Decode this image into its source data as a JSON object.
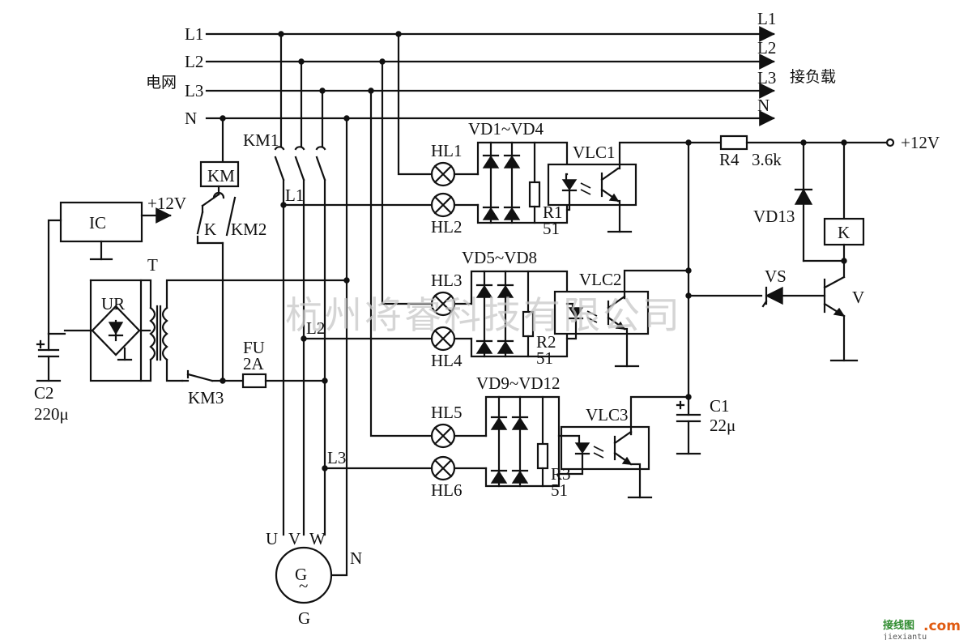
{
  "mains": {
    "group_label": "电网",
    "lines": [
      "L1",
      "L2",
      "L3",
      "N"
    ],
    "load_label": "接负载"
  },
  "supply": {
    "label": "+12V"
  },
  "ic": {
    "name": "IC",
    "out": "+12V"
  },
  "bridge": {
    "name": "UR"
  },
  "transformer": {
    "name": "T"
  },
  "cap_c2": {
    "name": "C2",
    "value": "220μ"
  },
  "cap_c1": {
    "name": "C1",
    "value": "22μ"
  },
  "contactor": {
    "coil": "KM",
    "k": "K",
    "km1": "KM1",
    "km2": "KM2",
    "km3": "KM3"
  },
  "fuse": {
    "name": "FU",
    "value": "2A"
  },
  "generator": {
    "symbol": "G",
    "tilde": "~",
    "label": "G",
    "phases": [
      "U",
      "V",
      "W"
    ],
    "neutral": "N"
  },
  "phase_taps": [
    "L1",
    "L2",
    "L3"
  ],
  "sections": [
    {
      "diodes": "VD1~VD4",
      "lamp_a": "HL1",
      "lamp_b": "HL2",
      "resistor": "R1",
      "rvalue": "51",
      "coupler": "VLC1"
    },
    {
      "diodes": "VD5~VD8",
      "lamp_a": "HL3",
      "lamp_b": "HL4",
      "resistor": "R2",
      "rvalue": "51",
      "coupler": "VLC2"
    },
    {
      "diodes": "VD9~VD12",
      "lamp_a": "HL5",
      "lamp_b": "HL6",
      "resistor": "R3",
      "rvalue": "51",
      "coupler": "VLC3"
    }
  ],
  "r4": {
    "name": "R4",
    "value": "3.6k"
  },
  "vd13": {
    "name": "VD13"
  },
  "relay": {
    "name": "K"
  },
  "vs": {
    "name": "VS"
  },
  "transistor": {
    "name": "V"
  },
  "watermark": "杭州将睿科技有限公司",
  "site_logo": {
    "cn": "接线图",
    "com": ".com",
    "url": "jiexiantu"
  }
}
